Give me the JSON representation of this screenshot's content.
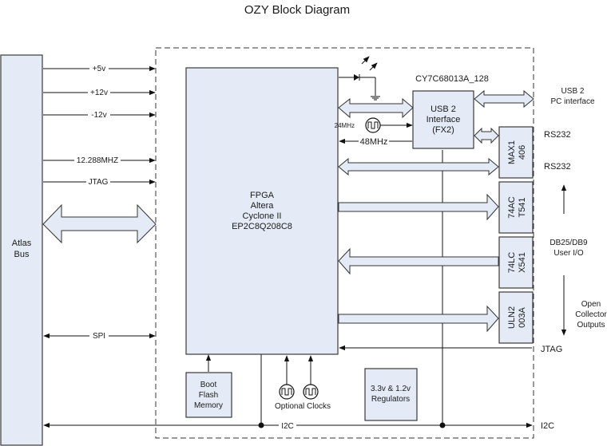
{
  "title": "OZY Block Diagram",
  "blocks": {
    "atlas_bus": {
      "line1": "Atlas",
      "line2": "Bus"
    },
    "fpga": {
      "lines": [
        "FPGA",
        "Altera",
        "Cyclone II",
        "EP2C8Q208C8"
      ]
    },
    "usb": {
      "part": "CY7C68013A_128",
      "lines": [
        "USB 2",
        "Interface",
        "(FX2)"
      ]
    },
    "max1406": {
      "lines": [
        "MAX1",
        "406"
      ]
    },
    "ac541": {
      "lines": [
        "74AC",
        "T541"
      ]
    },
    "lcx541": {
      "lines": [
        "74LC",
        "X541"
      ]
    },
    "uln2003": {
      "lines": [
        "ULN2",
        "003A"
      ]
    },
    "boot_flash": {
      "lines": [
        "Boot",
        "Flash",
        "Memory"
      ]
    },
    "regulators": {
      "lines": [
        "3.3v & 1.2v",
        "Regulators"
      ]
    }
  },
  "signals": {
    "p5v": "+5v",
    "p12v": "+12v",
    "m12v": "-12v",
    "clk": "12.288MHZ",
    "jtag_left": "JTAG",
    "spi": "SPI",
    "i2c_bus": "I2C",
    "clk24": "24MHz",
    "clk48": "48MHz",
    "optional_clocks": "Optional Clocks"
  },
  "external": {
    "usb_pc": {
      "line1": "USB 2",
      "line2": "PC interface"
    },
    "rs232_a": "RS232",
    "rs232_b": "RS232",
    "db25": {
      "line1": "DB25/DB9",
      "line2": "User I/O"
    },
    "open_collector": {
      "line1": "Open",
      "line2": "Collector",
      "line3": "Outputs"
    },
    "jtag_right": "JTAG",
    "i2c_right": "I2C"
  },
  "colors": {
    "block_fill": "#e4ebf6",
    "line": "#111111"
  }
}
